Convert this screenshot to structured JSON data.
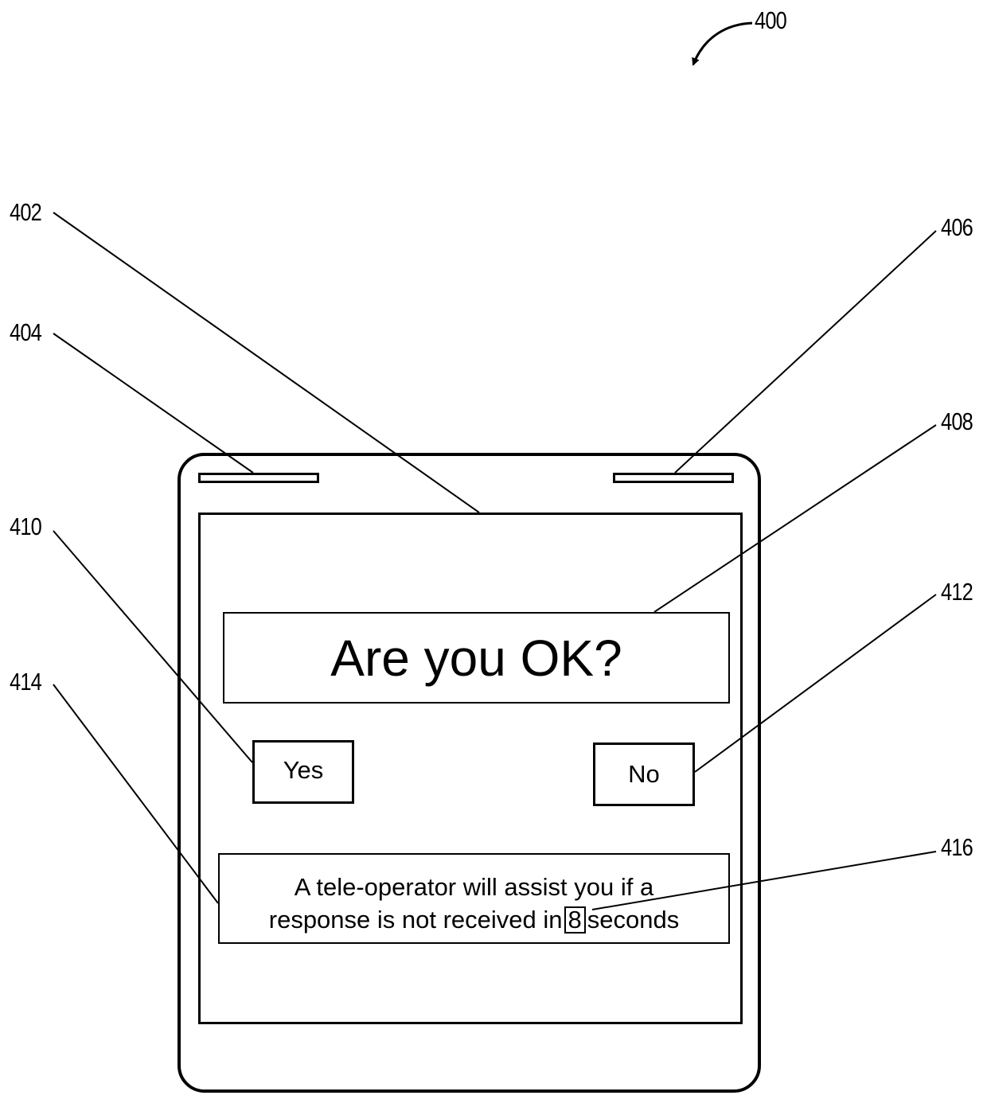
{
  "figure": {
    "ref_number": "400",
    "labels": {
      "device_frame": "402",
      "left_slot": "404",
      "right_slot": "406",
      "prompt_box": "408",
      "yes_button": "410",
      "no_button": "412",
      "notice_box": "414",
      "countdown": "416"
    }
  },
  "screen": {
    "prompt": "Are you OK?",
    "yes_label": "Yes",
    "no_label": "No",
    "notice": {
      "line1": "A tele-operator will assist you if a",
      "line2_before": "response is not received in",
      "countdown_value": "8",
      "line2_after": "seconds"
    }
  }
}
